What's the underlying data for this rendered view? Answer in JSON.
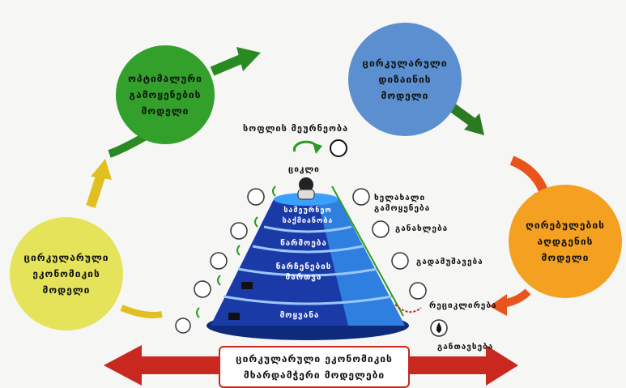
{
  "colors": {
    "optimal": "#33a02c",
    "design": "#5b8fcf",
    "alternatives": "#f4a020",
    "economy": "#e4e35a",
    "pyramid_dark": "#1a3aa8",
    "pyramid_light": "#2f7fe0",
    "banner_arrow": "#c8281e"
  },
  "circles": {
    "optimal": {
      "label": "ოპტიმალური\nგამოყენების\nმოდელი"
    },
    "design": {
      "label": "ცირკულარული\nდიზაინის\nმოდელი"
    },
    "alternatives": {
      "label": "ღირებულების\nაღდგენის\nმოდელი"
    },
    "economy": {
      "label": "ცირკულარული\nეკონომიკის\nმოდელი"
    }
  },
  "pyramid": {
    "top_label": "სოფლის მეურნეობა",
    "apex_label": "ციკლი",
    "tiers": [
      "სამეურნეო\nსაქმიანობა",
      "წარმოება",
      "ნარჩენების\nმართვა",
      "მოყვანა"
    ]
  },
  "side_labels": {
    "reuse": "ხელახალი\nგამოყენება",
    "renew": "განახლება",
    "repair": "გადამუშავება",
    "recycle": "რეციკლირება",
    "disposal": "განთავსება"
  },
  "banner": {
    "line1": "ცირკულარული  ეკონომიკის",
    "line2": "მხარდამჭერი მოდელები"
  }
}
